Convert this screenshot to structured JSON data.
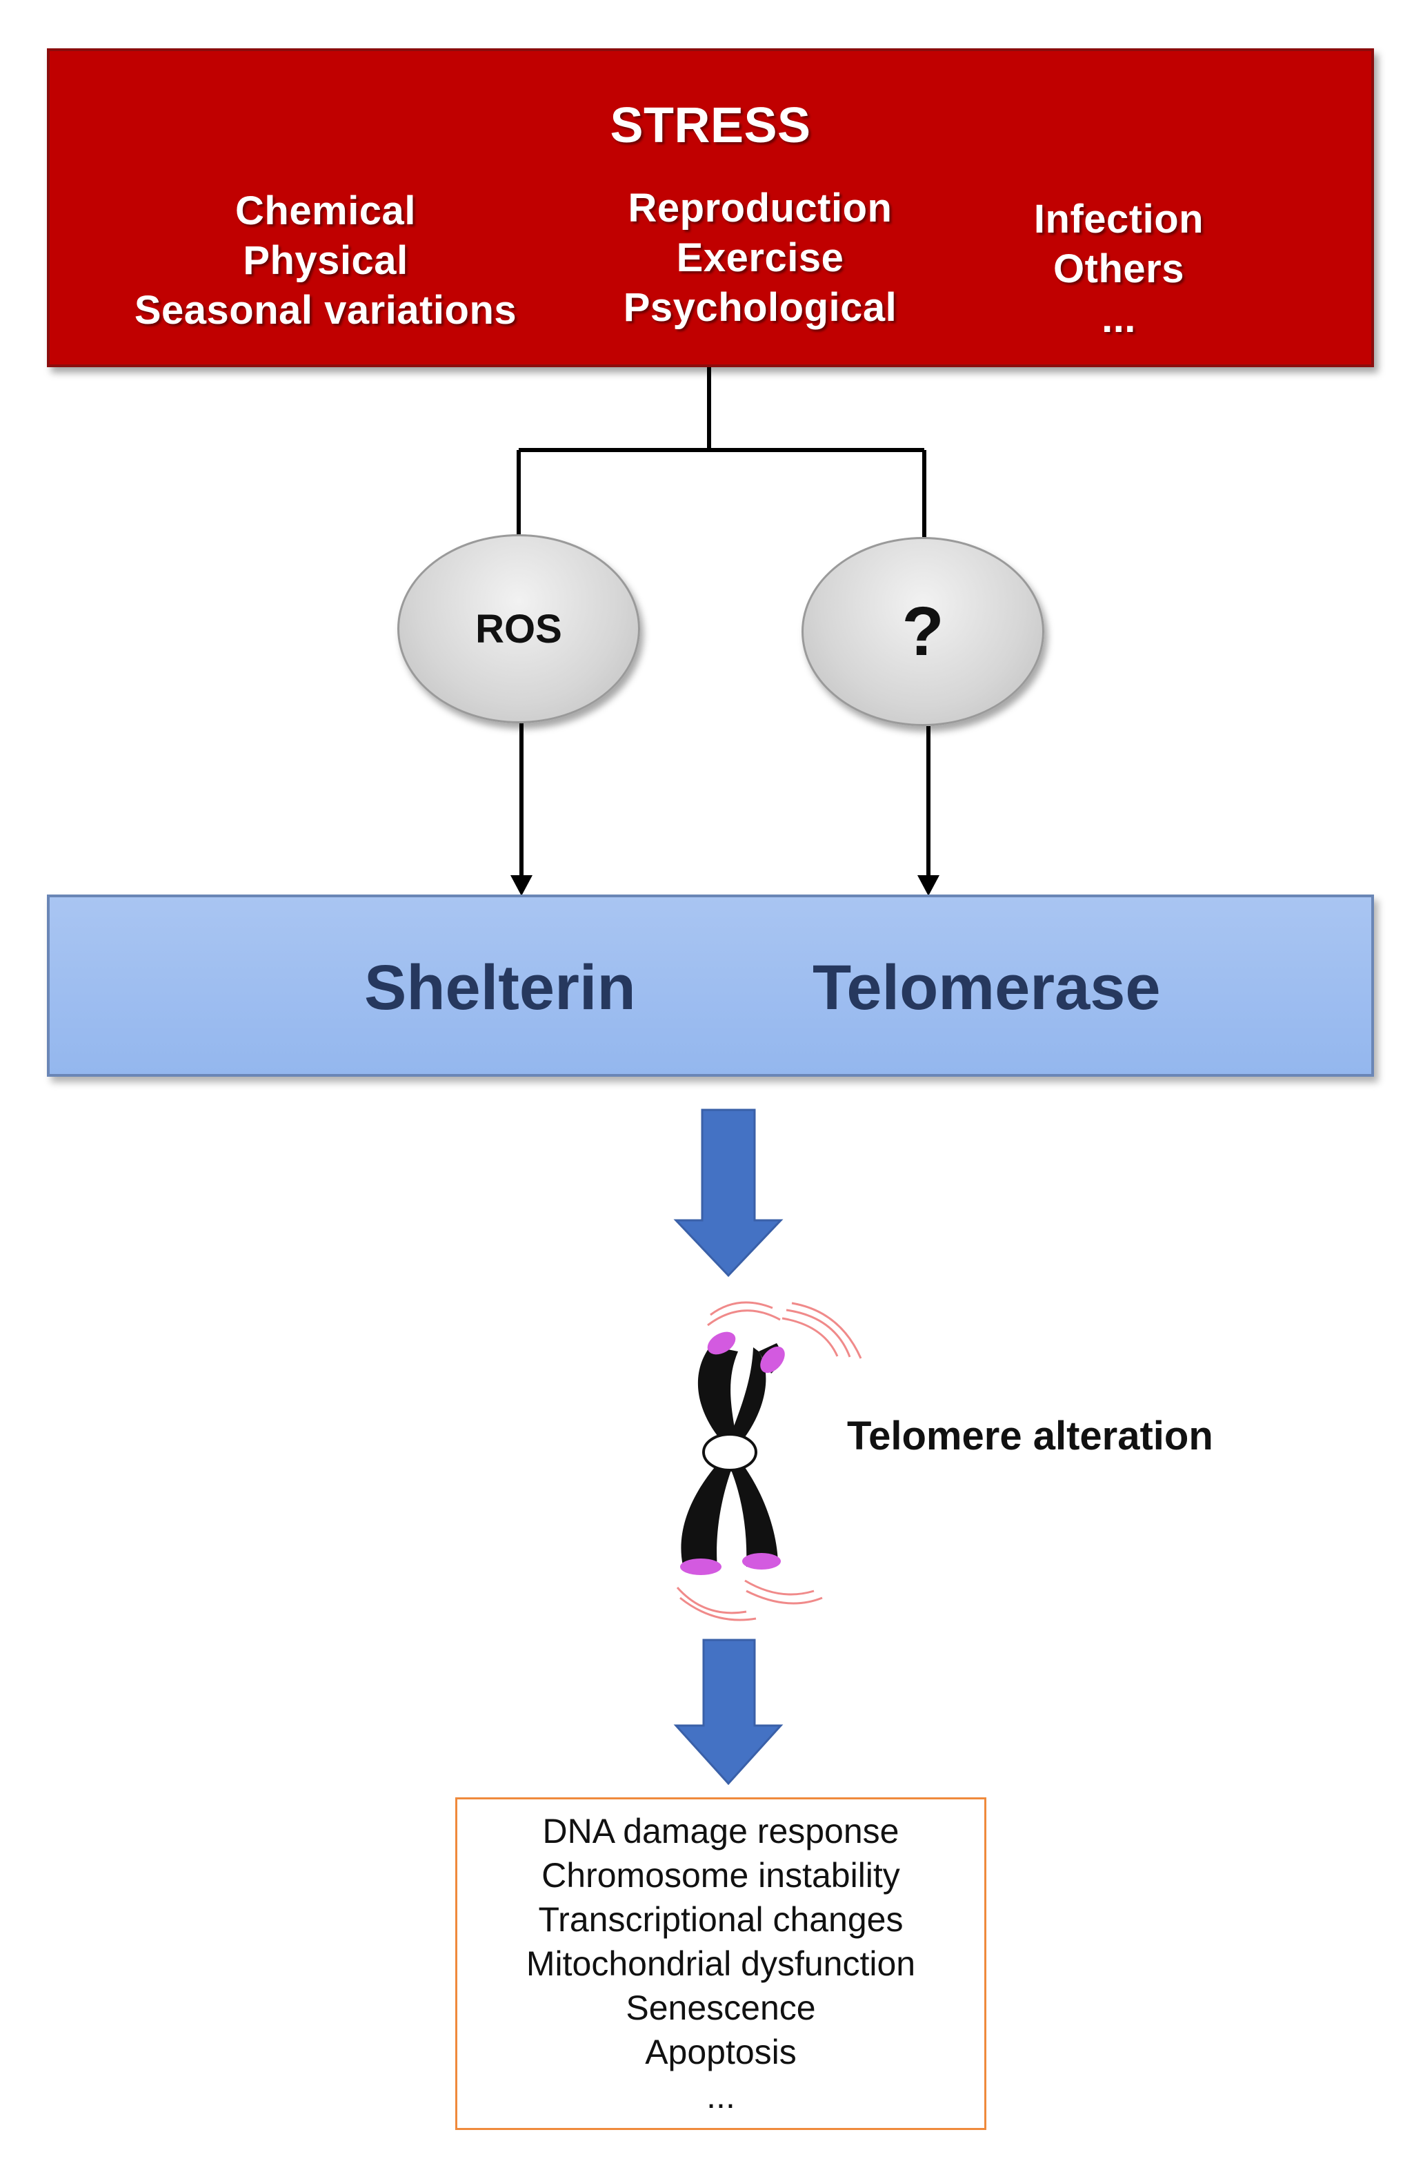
{
  "stress": {
    "title": "STRESS",
    "col1": [
      "Chemical",
      "Physical",
      "Seasonal variations"
    ],
    "col2": [
      "Reproduction",
      "Exercise",
      "Psychological"
    ],
    "col3": [
      "Infection",
      "Others",
      "..."
    ],
    "fill_color": "#c00000"
  },
  "mediators": {
    "ros": "ROS",
    "unknown": "?"
  },
  "targets": {
    "shelterin": "Shelterin",
    "telomerase": "Telomerase",
    "fill_color": "#a9c5f2"
  },
  "telomere": {
    "label": "Telomere alteration",
    "icon": "chromosome-icon"
  },
  "outcomes": {
    "items": [
      "DNA damage response",
      "Chromosome instability",
      "Transcriptional changes",
      "Mitochondrial dysfunction",
      "Senescence",
      "Apoptosis",
      "..."
    ],
    "border_color": "#ef8a3c"
  },
  "colors": {
    "arrow_blue": "#4472c4",
    "telomere_tip": "#d35ae0"
  }
}
